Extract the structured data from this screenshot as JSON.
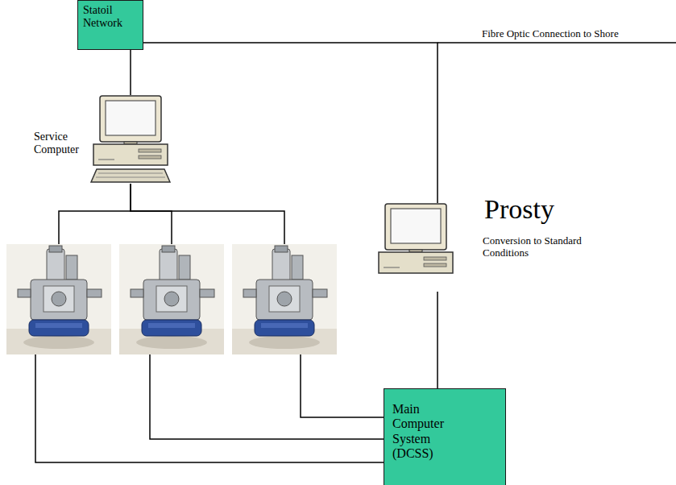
{
  "diagram": {
    "nodes": [
      {
        "text": [
          "Statoil Network"
        ]
      },
      {
        "text": [
          "Service Computer"
        ]
      },
      {
        "text": [
          "Prosty",
          "Conversion to Standard Conditions"
        ]
      },
      {
        "text": []
      },
      {
        "text": []
      },
      {
        "text": []
      },
      {
        "text": [
          "Main Computer System (DCSS)"
        ]
      }
    ],
    "edges": [
      {
        "from": 0,
        "to": 1,
        "arrow": "none"
      },
      {
        "from": 0,
        "to": 2,
        "arrow": "none"
      },
      {
        "from": 1,
        "to": 3,
        "arrow": "none"
      },
      {
        "from": 1,
        "to": 4,
        "arrow": "none"
      },
      {
        "from": 1,
        "to": 5,
        "arrow": "none"
      },
      {
        "from": 3,
        "to": 6,
        "arrow": "none"
      },
      {
        "from": 4,
        "to": 6,
        "arrow": "none"
      },
      {
        "from": 5,
        "to": 6,
        "arrow": "none"
      },
      {
        "from": 2,
        "to": 6,
        "arrow": "none"
      }
    ],
    "labels": [
      "Fibre Optic Connection to Shore"
    ]
  }
}
